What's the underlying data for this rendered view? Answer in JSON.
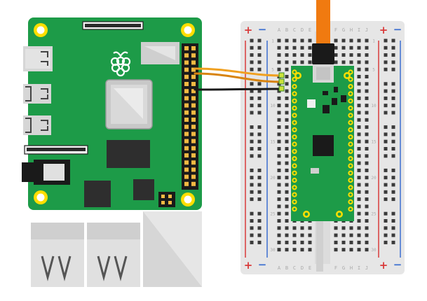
{
  "breadboard": {
    "rail_plus": "+",
    "rail_minus": "−",
    "column_letters": [
      "A",
      "B",
      "C",
      "D",
      "E",
      "F",
      "G",
      "H",
      "I",
      "J"
    ],
    "row_numbers": [
      "1",
      "5",
      "10",
      "15",
      "20",
      "25",
      "30"
    ]
  },
  "colors": {
    "rpi_board": "#1d9b48",
    "pico_board": "#1d9b48",
    "mount_hole": "#ffde00",
    "breadboard": "#e6e6e6",
    "rail_red": "#d93a3a",
    "rail_blue": "#3c6fd1",
    "usb_cable": "#f07a10",
    "wire_orange": "#f0a020",
    "wire_dark_orange": "#d88410",
    "wire_black": "#1a1a1a"
  },
  "icons": {
    "raspberry_logo": "raspberry-logo-icon"
  }
}
